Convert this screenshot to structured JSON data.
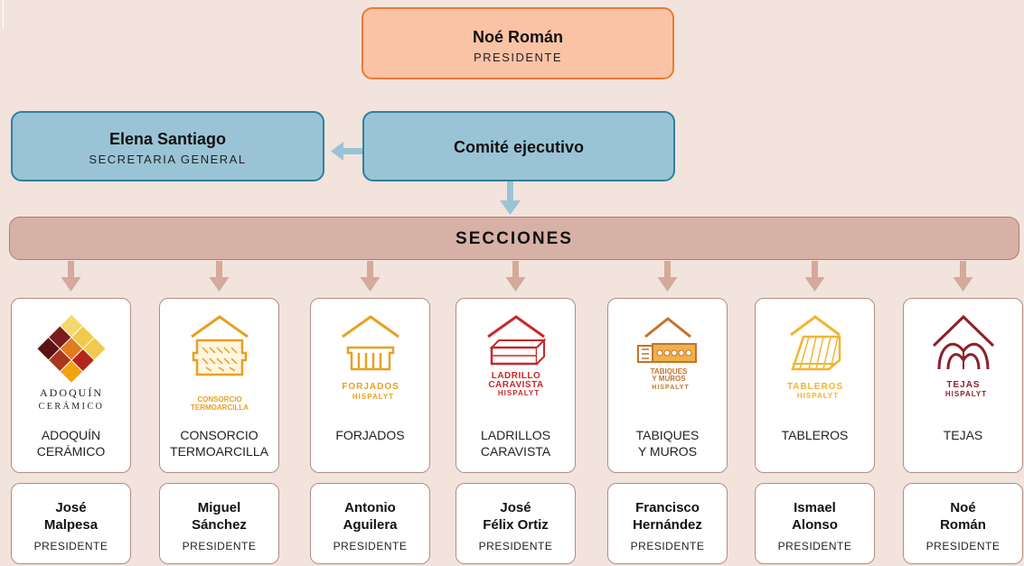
{
  "president": {
    "name": "Noé Román",
    "role": "PRESIDENTE"
  },
  "secretary": {
    "name": "Elena Santiago",
    "role": "SECRETARIA GENERAL"
  },
  "committee": {
    "name": "Comité ejecutivo"
  },
  "sections_header": "SECCIONES",
  "colors": {
    "background": "#f2e3dc",
    "president_fill": "#fbc3a6",
    "president_border": "#ea7a34",
    "blue_fill": "#9ac4d6",
    "blue_border": "#2f7f9b",
    "sections_fill": "#d7b1a6",
    "arrow_blue": "#9ac4d6",
    "arrow_rose": "#d5a99b"
  },
  "sections": [
    {
      "logo_icon": "adoquin-ceramico-logo-icon",
      "logo_text": [
        "ADOQUÍN",
        "CERÁMICO"
      ],
      "label_lines": [
        "ADOQUÍN",
        "CERÁMICO"
      ],
      "president_lines": [
        "José",
        "Malpesa"
      ],
      "president_role": "PRESIDENTE"
    },
    {
      "logo_icon": "consorcio-termoarcilla-logo-icon",
      "logo_text": [
        "CONSORCIO",
        "TERMOARCILLA"
      ],
      "label_lines": [
        "CONSORCIO",
        "TERMOARCILLA"
      ],
      "president_lines": [
        "Miguel",
        "Sánchez"
      ],
      "president_role": "PRESIDENTE"
    },
    {
      "logo_icon": "forjados-hispalyt-logo-icon",
      "logo_text": [
        "FORJADOS",
        "HISPALYT"
      ],
      "label_lines": [
        "FORJADOS"
      ],
      "president_lines": [
        "Antonio",
        "Aguilera"
      ],
      "president_role": "PRESIDENTE"
    },
    {
      "logo_icon": "ladrillo-caravista-logo-icon",
      "logo_text": [
        "LADRILLO",
        "CARAVISTA",
        "HISPALYT"
      ],
      "label_lines": [
        "LADRILLOS",
        "CARAVISTA"
      ],
      "president_lines": [
        "José",
        "Félix Ortiz"
      ],
      "president_role": "PRESIDENTE"
    },
    {
      "logo_icon": "tabiques-muros-logo-icon",
      "logo_text": [
        "TABIQUES",
        "Y MUROS",
        "HISPALYT"
      ],
      "label_lines": [
        "TABIQUES",
        "Y MUROS"
      ],
      "president_lines": [
        "Francisco",
        "Hernández"
      ],
      "president_role": "PRESIDENTE"
    },
    {
      "logo_icon": "tableros-hispalyt-logo-icon",
      "logo_text": [
        "TABLEROS",
        "HISPALYT"
      ],
      "label_lines": [
        "TABLEROS"
      ],
      "president_lines": [
        "Ismael",
        "Alonso"
      ],
      "president_role": "PRESIDENTE"
    },
    {
      "logo_icon": "tejas-hispalyt-logo-icon",
      "logo_text": [
        "TEJAS",
        "HISPALYT"
      ],
      "label_lines": [
        "TEJAS"
      ],
      "president_lines": [
        "Noé",
        "Román"
      ],
      "president_role": "PRESIDENTE"
    }
  ]
}
